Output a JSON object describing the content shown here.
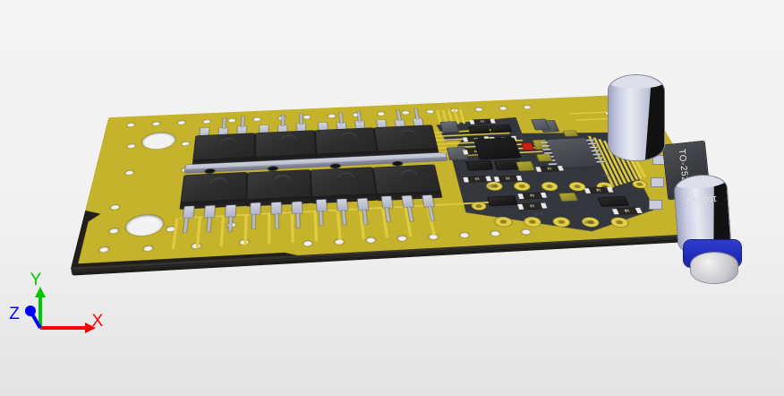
{
  "viewer": {
    "name": "pcb-3d-viewer",
    "background_color": "#f1f1f1",
    "projection": "perspective"
  },
  "axis_gizmo": {
    "name": "axis-orientation-gizmo",
    "axes": [
      {
        "label": "X",
        "color": "#ff0000",
        "direction": "right"
      },
      {
        "label": "Y",
        "color": "#00d000",
        "direction": "up"
      },
      {
        "label": "Z",
        "color": "#0000ff",
        "direction": "toward-viewer"
      }
    ],
    "x_label": "X",
    "y_label": "Y",
    "z_label": "Z"
  },
  "board": {
    "name": "printed-circuit-board",
    "mask_color": "#c5b32c",
    "substrate_color": "#211f1c",
    "routing_region_color": "#33363c",
    "copper_trace_color": "#e0cc42",
    "shape": "rectangular with chamfered corners"
  },
  "components": {
    "power_transistors": {
      "package": "TO-220",
      "count": 8,
      "arrangement": "two rows of four",
      "body_color": "#2e2e2e"
    },
    "heatsink": {
      "name": "heatsink-bar",
      "color": "#bcc0ce",
      "screw_count": 4
    },
    "electrolytic_capacitors": [
      {
        "id": "C-large-top",
        "label": "",
        "markings": ""
      },
      {
        "id": "C-large-right",
        "label": "100 25V",
        "value": "100",
        "voltage": "25V"
      }
    ],
    "voltage_regulator": {
      "package_label": "TO-252-3",
      "name": "dpak-regulator"
    },
    "controller_ic": {
      "package": "SOIC",
      "pin_count": 20,
      "color": "#46484e"
    },
    "trimmer_potentiometer": {
      "color": "#2f3ccf",
      "knob_color": "#e6e6ec"
    },
    "led": {
      "color": "#d21f14"
    },
    "chip_resistor_marking": "R",
    "silkscreen_labels": [
      "C3",
      "R1",
      "R2",
      "R3",
      "R4",
      "R5",
      "R6"
    ]
  },
  "mounting": {
    "large_holes": 2,
    "via_count_visible": 46
  }
}
